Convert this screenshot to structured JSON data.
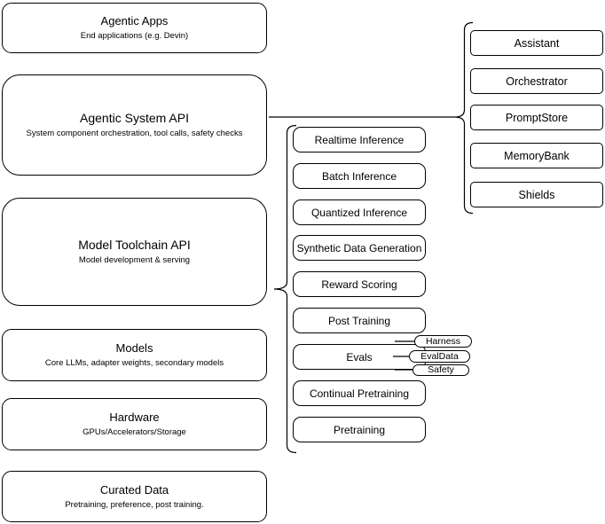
{
  "diagram": {
    "left_column": [
      {
        "title": "Agentic Apps",
        "subtitle": "End applications (e.g. Devin)"
      },
      {
        "title": "Agentic System API",
        "subtitle": "System component orchestration, tool calls, safety checks"
      },
      {
        "title": "Model Toolchain API",
        "subtitle": "Model development & serving"
      },
      {
        "title": "Models",
        "subtitle": "Core LLMs, adapter weights, secondary models"
      },
      {
        "title": "Hardware",
        "subtitle": "GPUs/Accelerators/Storage"
      },
      {
        "title": "Curated Data",
        "subtitle": "Pretraining, preference, post training."
      }
    ],
    "toolchain_items": [
      "Realtime Inference",
      "Batch Inference",
      "Quantized Inference",
      "Synthetic Data Generation",
      "Reward Scoring",
      "Post Training",
      "Evals",
      "Continual Pretraining",
      "Pretraining"
    ],
    "system_items": [
      "Assistant",
      "Orchestrator",
      "PromptStore",
      "MemoryBank",
      "Shields"
    ],
    "eval_tags": [
      "Harness",
      "EvalData",
      "Safety"
    ],
    "colors": {
      "stroke": "#000000",
      "fill": "#ffffff",
      "text": "#000000",
      "background": "#ffffff"
    }
  }
}
